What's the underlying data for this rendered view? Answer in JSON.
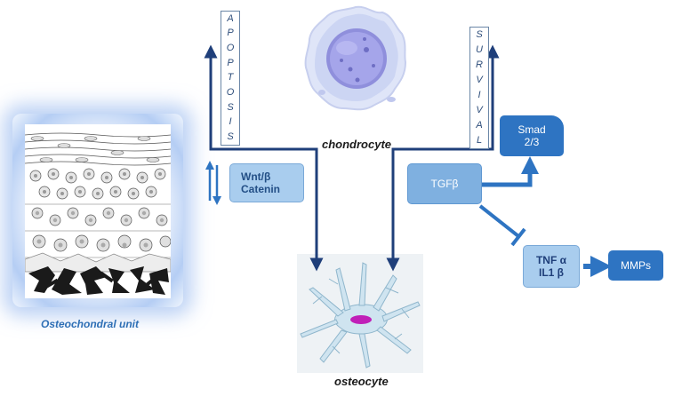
{
  "labels": {
    "osteochondral_unit": "Osteochondral unit",
    "chondrocyte": "chondrocyte",
    "osteocyte": "osteocyte",
    "apoptosis": [
      "A",
      "P",
      "O",
      "P",
      "T",
      "O",
      "S",
      "I",
      "S"
    ],
    "survival": [
      "S",
      "U",
      "R",
      "V",
      "I",
      "V",
      "A",
      "L"
    ]
  },
  "boxes": {
    "wnt_line1": "Wnt/β",
    "wnt_line2": "Catenin",
    "tgf": "TGFβ",
    "smad_line1": "Smad",
    "smad_line2": "2/3",
    "tnf_line1": "TNF α",
    "tnf_line2": "IL1 β",
    "mmps": "MMPs"
  },
  "colors": {
    "arrow": "#1f3f7a",
    "box_light": "#a9cdee",
    "box_dark": "#2e74c2",
    "text_blue": "#2e6fb5"
  }
}
